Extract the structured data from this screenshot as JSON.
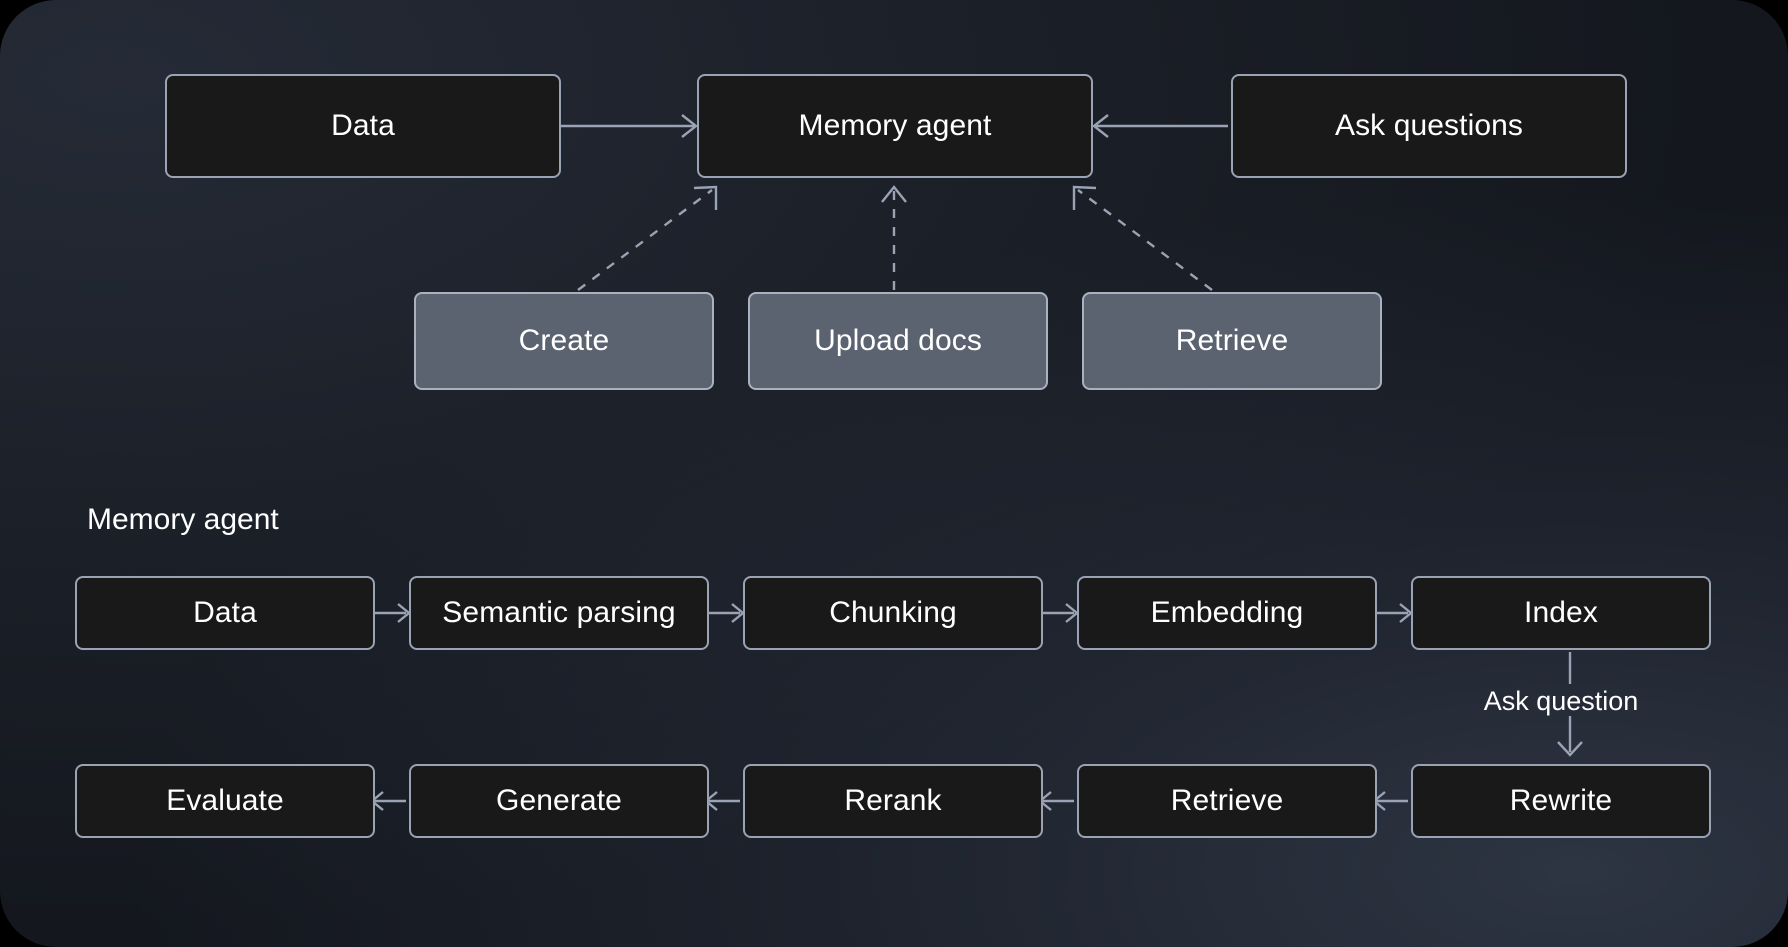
{
  "diagram": {
    "background_color": "#20242e",
    "accent_stroke": "#9aa3b4",
    "node_fill": "#191919",
    "node_fill_highlight": "#5b6371",
    "text_color": "#ffffff"
  },
  "overview": {
    "nodes": {
      "data": "Data",
      "memory_agent": "Memory agent",
      "ask_questions": "Ask questions",
      "create": "Create",
      "upload_docs": "Upload docs",
      "retrieve": "Retrieve"
    }
  },
  "detail": {
    "title": "Memory agent",
    "ingestion_row": [
      "Data",
      "Semantic parsing",
      "Chunking",
      "Embedding",
      "Index"
    ],
    "bridge_label": "Ask question",
    "query_row": [
      "Evaluate",
      "Generate",
      "Rerank",
      "Retrieve",
      "Rewrite"
    ]
  }
}
